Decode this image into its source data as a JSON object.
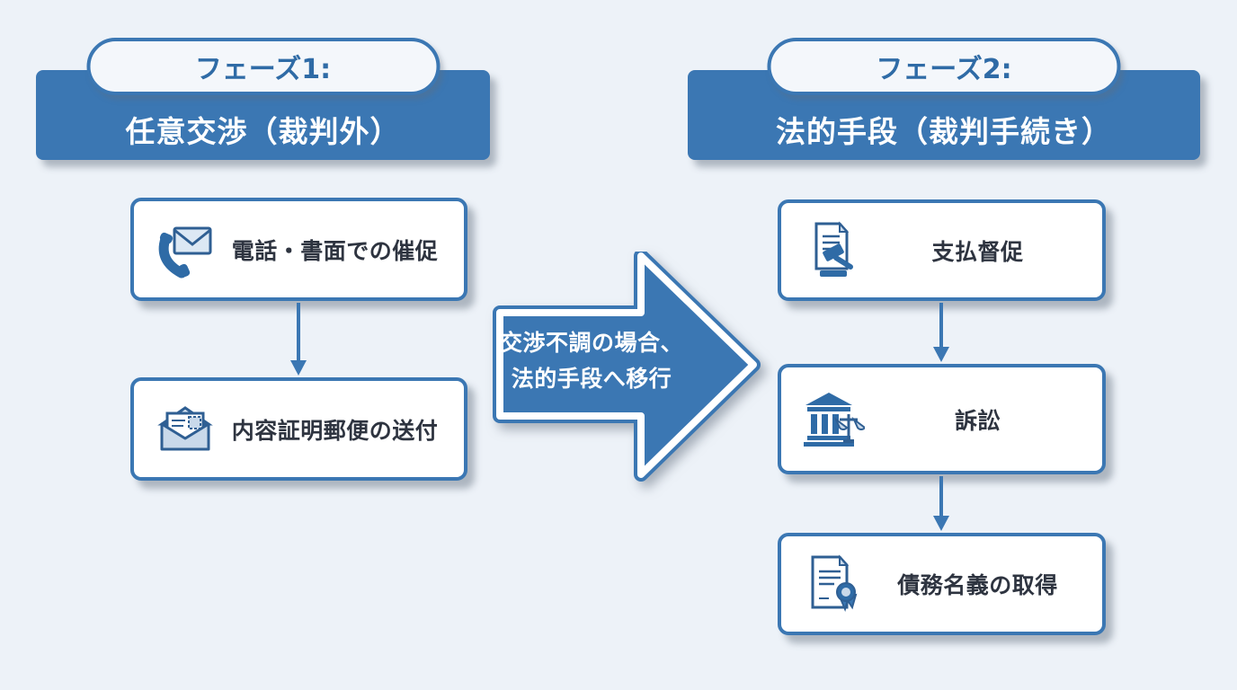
{
  "colors": {
    "accent": "#3b77b3",
    "accent_dark": "#2f5f93",
    "background": "#edf2f8",
    "box_shadow": "#606c7c",
    "text_dark": "#2e3440"
  },
  "phase1": {
    "pill": "フェーズ1:",
    "title": "任意交渉（裁判外）",
    "steps": [
      {
        "label": "電話・書面での催促",
        "icon": "phone-envelope-icon"
      },
      {
        "label": "内容証明郵便の送付",
        "icon": "certified-mail-icon"
      }
    ]
  },
  "transition": {
    "line1": "交渉不調の場合、",
    "line2": "法的手段へ移行"
  },
  "phase2": {
    "pill": "フェーズ2:",
    "title": "法的手段（裁判手続き）",
    "steps": [
      {
        "label": "支払督促",
        "icon": "gavel-document-icon"
      },
      {
        "label": "訴訟",
        "icon": "courthouse-scales-icon"
      },
      {
        "label": "債務名義の取得",
        "icon": "stamped-document-icon"
      }
    ]
  }
}
